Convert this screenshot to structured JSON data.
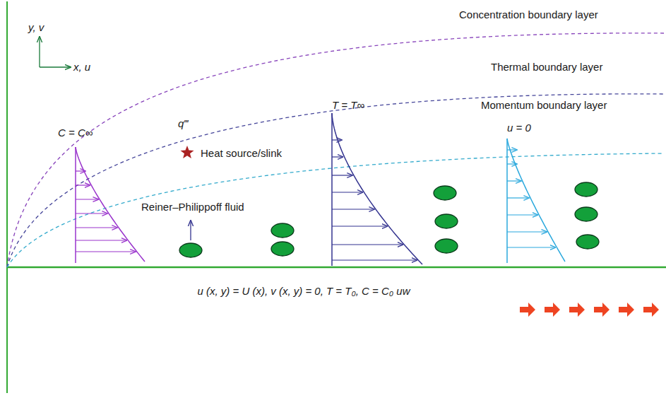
{
  "diagram": {
    "labels": [
      "y, v",
      "x, u",
      "Concentration boundary layer",
      "Thermal boundary layer",
      "Momentum boundary layer",
      "u = 0",
      "T = T∞",
      "C = C∞",
      "q‴",
      "Heat source/slink",
      "Reiner–Philippoff fluid",
      "u (x, y) = U (x), v (x, y) = 0, T = T₀, C = C₀ uw"
    ]
  }
}
